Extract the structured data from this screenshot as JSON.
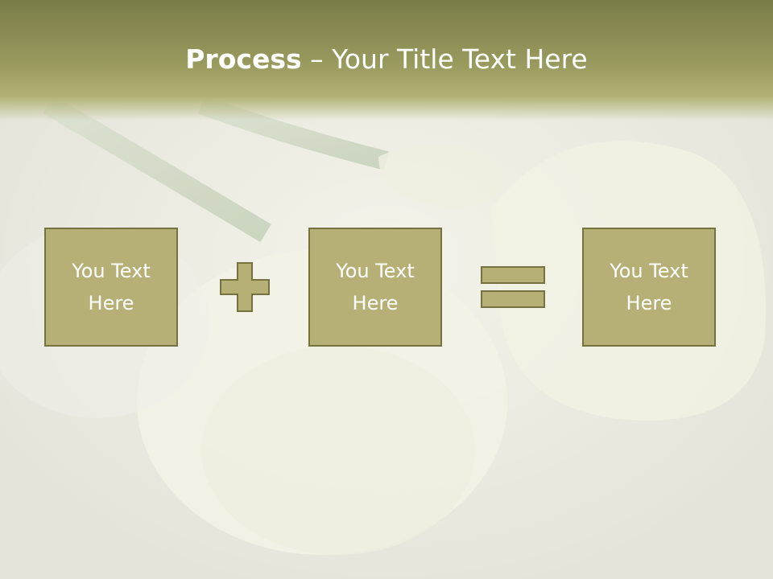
{
  "slide": {
    "title_bold": "Process",
    "title_rest": " – Your Title Text Here"
  },
  "boxes": [
    {
      "text": "You Text Here"
    },
    {
      "text": "You Text Here"
    },
    {
      "text": "You Text Here"
    }
  ],
  "operators": [
    "plus-icon",
    "equals-icon"
  ],
  "colors": {
    "title_band": "#8a8b52",
    "box_fill": "#b6b076",
    "box_border": "#767240",
    "text": "#ffffff"
  }
}
